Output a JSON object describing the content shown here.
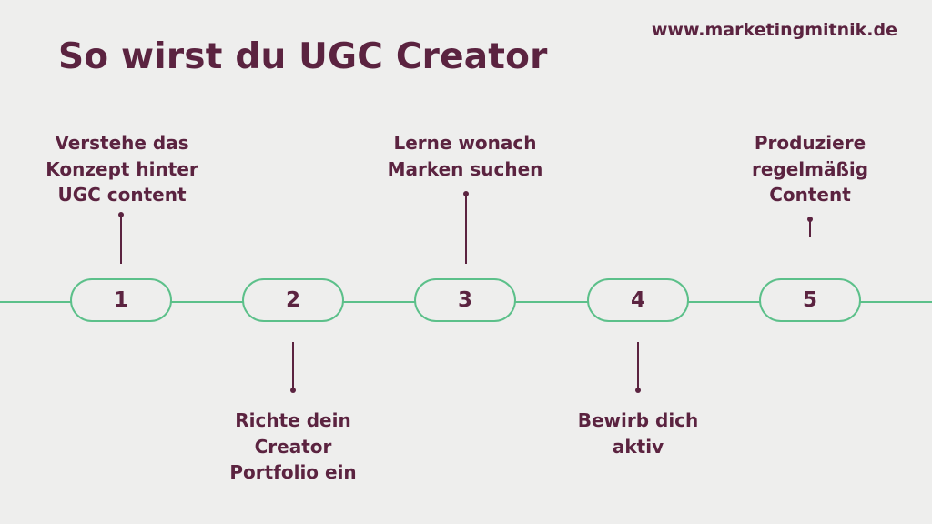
{
  "header": {
    "title": "So wirst du UGC Creator",
    "website": "www.marketingmitnik.de"
  },
  "steps": [
    {
      "number": "1",
      "label_lines": [
        "Verstehe das",
        "Konzept hinter",
        "UGC content"
      ]
    },
    {
      "number": "2",
      "label_lines": [
        "Richte dein",
        "Creator",
        "Portfolio ein"
      ]
    },
    {
      "number": "3",
      "label_lines": [
        "Lerne wonach",
        "Marken suchen"
      ]
    },
    {
      "number": "4",
      "label_lines": [
        "Bewirb dich",
        "aktiv"
      ]
    },
    {
      "number": "5",
      "label_lines": [
        "Produziere",
        "regelmäßig",
        "Content"
      ]
    }
  ],
  "colors": {
    "background": "#eeeeed",
    "text": "#5b2340",
    "timeline": "#5cc08a"
  }
}
